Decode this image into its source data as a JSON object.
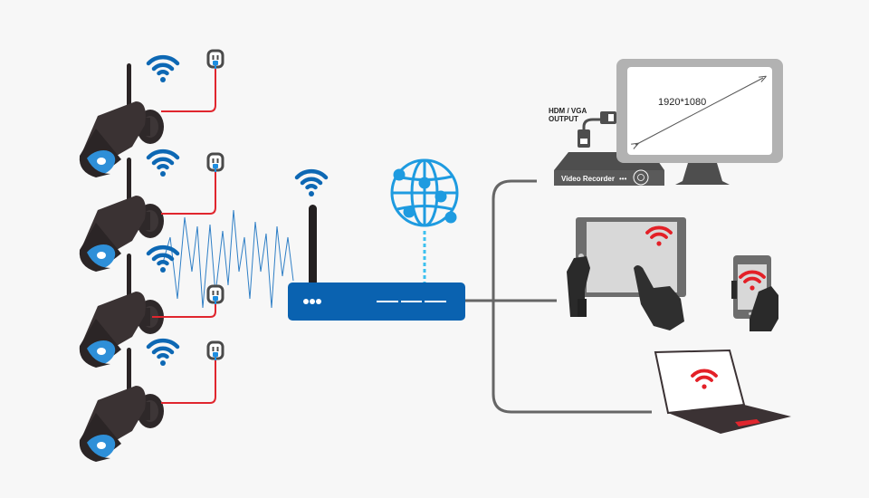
{
  "diagram": {
    "title": "Wireless security camera system network diagram",
    "colors": {
      "background": "#f7f7f7",
      "camera_body": "#3a3233",
      "camera_lens": "#2e8fd8",
      "wifi_blue": "#0d68b4",
      "power_cable": "#e0262e",
      "router": "#0a62b0",
      "globe": "#1e9be0",
      "link_dotted": "#3cc1ef",
      "wired_line": "#666666",
      "signal_wave": "#2f7fc6",
      "device_grey": "#6d6d6d",
      "screen_light": "#d8d8d8",
      "wifi_red": "#e32027",
      "laptop_body": "#3b3234"
    },
    "cameras": [
      {
        "name": "Camera 1",
        "wifi": "wifi-icon",
        "power": "power-outlet-icon"
      },
      {
        "name": "Camera 2",
        "wifi": "wifi-icon",
        "power": "power-outlet-icon"
      },
      {
        "name": "Camera 3",
        "wifi": "wifi-icon",
        "power": "power-outlet-icon"
      },
      {
        "name": "Camera 4",
        "wifi": "wifi-icon",
        "power": "power-outlet-icon"
      }
    ],
    "router": {
      "name": "Wireless Router",
      "icon": "router-icon"
    },
    "internet": {
      "name": "Internet",
      "icon": "globe-icon"
    },
    "nvr": {
      "label": "Video Recorder",
      "output_label_line1": "HDM / VGA",
      "output_label_line2": "OUTPUT"
    },
    "monitor": {
      "resolution": "1920*1080"
    },
    "clients": [
      {
        "name": "Tablet",
        "icon": "tablet-icon"
      },
      {
        "name": "Smartphone",
        "icon": "smartphone-icon"
      },
      {
        "name": "Laptop",
        "icon": "laptop-icon"
      }
    ]
  }
}
